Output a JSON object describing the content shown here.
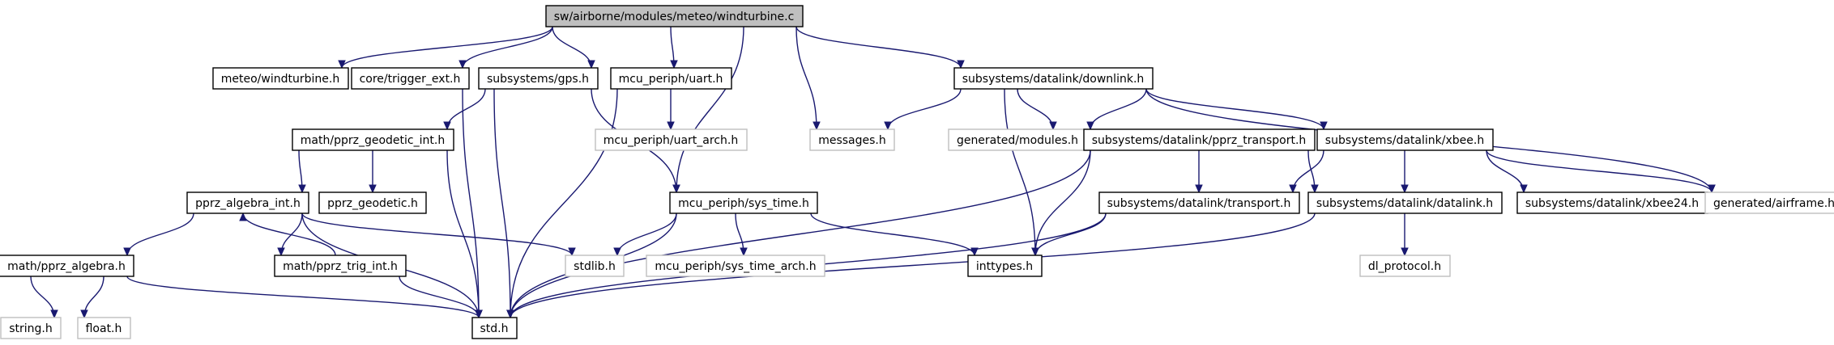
{
  "graph": {
    "nodes": [
      {
        "id": "root",
        "label": "sw/airborne/modules/meteo/windturbine.c",
        "kind": "root"
      },
      {
        "id": "windturbine_h",
        "label": "meteo/windturbine.h",
        "kind": "header"
      },
      {
        "id": "trigger_ext",
        "label": "core/trigger_ext.h",
        "kind": "header"
      },
      {
        "id": "gps",
        "label": "subsystems/gps.h",
        "kind": "header"
      },
      {
        "id": "uart",
        "label": "mcu_periph/uart.h",
        "kind": "header"
      },
      {
        "id": "messages",
        "label": "messages.h",
        "kind": "missing"
      },
      {
        "id": "downlink",
        "label": "subsystems/datalink/downlink.h",
        "kind": "header"
      },
      {
        "id": "geodetic_int",
        "label": "math/pprz_geodetic_int.h",
        "kind": "header"
      },
      {
        "id": "uart_arch",
        "label": "mcu_periph/uart_arch.h",
        "kind": "missing"
      },
      {
        "id": "gen_modules",
        "label": "generated/modules.h",
        "kind": "missing"
      },
      {
        "id": "pprz_transport",
        "label": "subsystems/datalink/pprz_transport.h",
        "kind": "header"
      },
      {
        "id": "xbee",
        "label": "subsystems/datalink/xbee.h",
        "kind": "header"
      },
      {
        "id": "algebra_int",
        "label": "pprz_algebra_int.h",
        "kind": "header"
      },
      {
        "id": "pprz_geodetic",
        "label": "pprz_geodetic.h",
        "kind": "header"
      },
      {
        "id": "sys_time",
        "label": "mcu_periph/sys_time.h",
        "kind": "header"
      },
      {
        "id": "transport",
        "label": "subsystems/datalink/transport.h",
        "kind": "header"
      },
      {
        "id": "datalink",
        "label": "subsystems/datalink/datalink.h",
        "kind": "header"
      },
      {
        "id": "xbee24",
        "label": "subsystems/datalink/xbee24.h",
        "kind": "header"
      },
      {
        "id": "gen_airframe",
        "label": "generated/airframe.h",
        "kind": "missing"
      },
      {
        "id": "algebra",
        "label": "math/pprz_algebra.h",
        "kind": "header"
      },
      {
        "id": "trig_int",
        "label": "math/pprz_trig_int.h",
        "kind": "header"
      },
      {
        "id": "stdlib",
        "label": "stdlib.h",
        "kind": "missing"
      },
      {
        "id": "sys_time_arch",
        "label": "mcu_periph/sys_time_arch.h",
        "kind": "missing"
      },
      {
        "id": "inttypes",
        "label": "inttypes.h",
        "kind": "header"
      },
      {
        "id": "dl_protocol",
        "label": "dl_protocol.h",
        "kind": "missing"
      },
      {
        "id": "string",
        "label": "string.h",
        "kind": "missing"
      },
      {
        "id": "float",
        "label": "float.h",
        "kind": "missing"
      },
      {
        "id": "std",
        "label": "std.h",
        "kind": "header"
      }
    ],
    "edges": [
      [
        "root",
        "windturbine_h"
      ],
      [
        "root",
        "trigger_ext"
      ],
      [
        "root",
        "gps"
      ],
      [
        "root",
        "uart"
      ],
      [
        "root",
        "sys_time"
      ],
      [
        "root",
        "messages"
      ],
      [
        "root",
        "downlink"
      ],
      [
        "trigger_ext",
        "std"
      ],
      [
        "gps",
        "geodetic_int"
      ],
      [
        "gps",
        "std"
      ],
      [
        "gps",
        "sys_time"
      ],
      [
        "uart",
        "uart_arch"
      ],
      [
        "uart",
        "std"
      ],
      [
        "downlink",
        "messages"
      ],
      [
        "downlink",
        "gen_modules"
      ],
      [
        "downlink",
        "pprz_transport"
      ],
      [
        "downlink",
        "xbee"
      ],
      [
        "downlink",
        "gen_airframe"
      ],
      [
        "downlink",
        "inttypes"
      ],
      [
        "geodetic_int",
        "algebra_int"
      ],
      [
        "geodetic_int",
        "pprz_geodetic"
      ],
      [
        "geodetic_int",
        "std"
      ],
      [
        "pprz_transport",
        "transport"
      ],
      [
        "pprz_transport",
        "datalink"
      ],
      [
        "pprz_transport",
        "inttypes"
      ],
      [
        "pprz_transport",
        "std"
      ],
      [
        "xbee",
        "transport"
      ],
      [
        "xbee",
        "datalink"
      ],
      [
        "xbee",
        "xbee24"
      ],
      [
        "xbee",
        "gen_airframe"
      ],
      [
        "algebra_int",
        "algebra"
      ],
      [
        "algebra_int",
        "trig_int"
      ],
      [
        "algebra_int",
        "stdlib"
      ],
      [
        "algebra_int",
        "std"
      ],
      [
        "sys_time",
        "stdlib"
      ],
      [
        "sys_time",
        "sys_time_arch"
      ],
      [
        "sys_time",
        "inttypes"
      ],
      [
        "sys_time",
        "std"
      ],
      [
        "transport",
        "inttypes"
      ],
      [
        "transport",
        "std"
      ],
      [
        "datalink",
        "dl_protocol"
      ],
      [
        "datalink",
        "std"
      ],
      [
        "algebra",
        "string"
      ],
      [
        "algebra",
        "float"
      ],
      [
        "algebra",
        "std"
      ],
      [
        "trig_int",
        "algebra_int"
      ],
      [
        "trig_int",
        "std"
      ]
    ]
  },
  "colors": {
    "edge": "#191970",
    "root_fill": "#bfbfbf",
    "node_border": "#000000",
    "missing_border": "#bfbfbf"
  }
}
